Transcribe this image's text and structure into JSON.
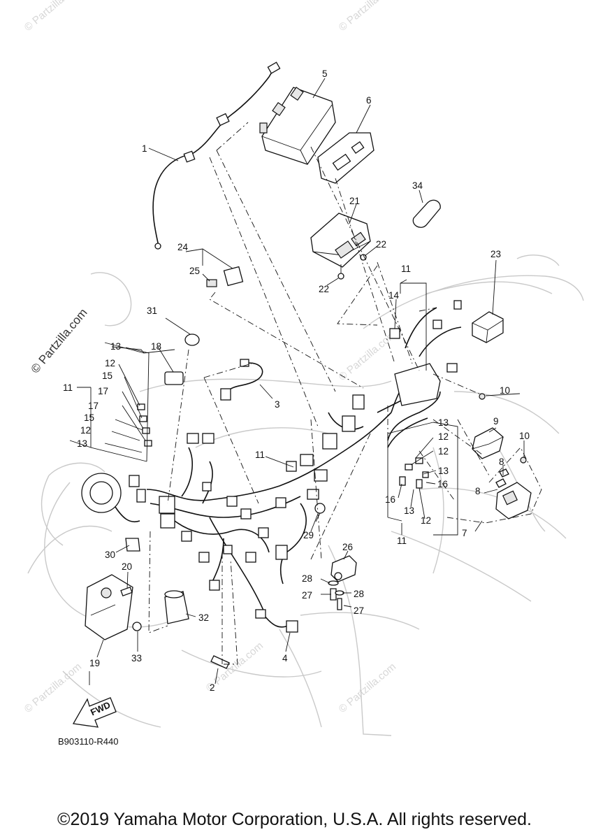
{
  "watermark_text": "Partzilla.com",
  "watermark_prefix": "©",
  "fwd_label": "FWD",
  "diagram_code": "B903110-R440",
  "copyright": "©2019 Yamaha Motor Corporation, U.S.A. All rights reserved.",
  "callouts": {
    "c1": "1",
    "c2": "2",
    "c3": "3",
    "c4": "4",
    "c5": "5",
    "c6": "6",
    "c7": "7",
    "c8a": "8",
    "c8b": "8",
    "c9": "9",
    "c10a": "10",
    "c10b": "10",
    "c11a": "11",
    "c11b": "11",
    "c11c": "11",
    "c11d": "11",
    "c12a": "12",
    "c12b": "12",
    "c12c": "12",
    "c12d": "12",
    "c12e": "12",
    "c13a": "13",
    "c13b": "13",
    "c13c": "13",
    "c13d": "13",
    "c13e": "13",
    "c14": "14",
    "c15a": "15",
    "c15b": "15",
    "c16a": "16",
    "c16b": "16",
    "c17a": "17",
    "c17b": "17",
    "c18": "18",
    "c19": "19",
    "c20": "20",
    "c21": "21",
    "c22a": "22",
    "c22b": "22",
    "c23": "23",
    "c24": "24",
    "c25": "25",
    "c26": "26",
    "c27a": "27",
    "c27b": "27",
    "c28a": "28",
    "c28b": "28",
    "c29": "29",
    "c30": "30",
    "c31": "31",
    "c32": "32",
    "c33": "33",
    "c34": "34"
  }
}
